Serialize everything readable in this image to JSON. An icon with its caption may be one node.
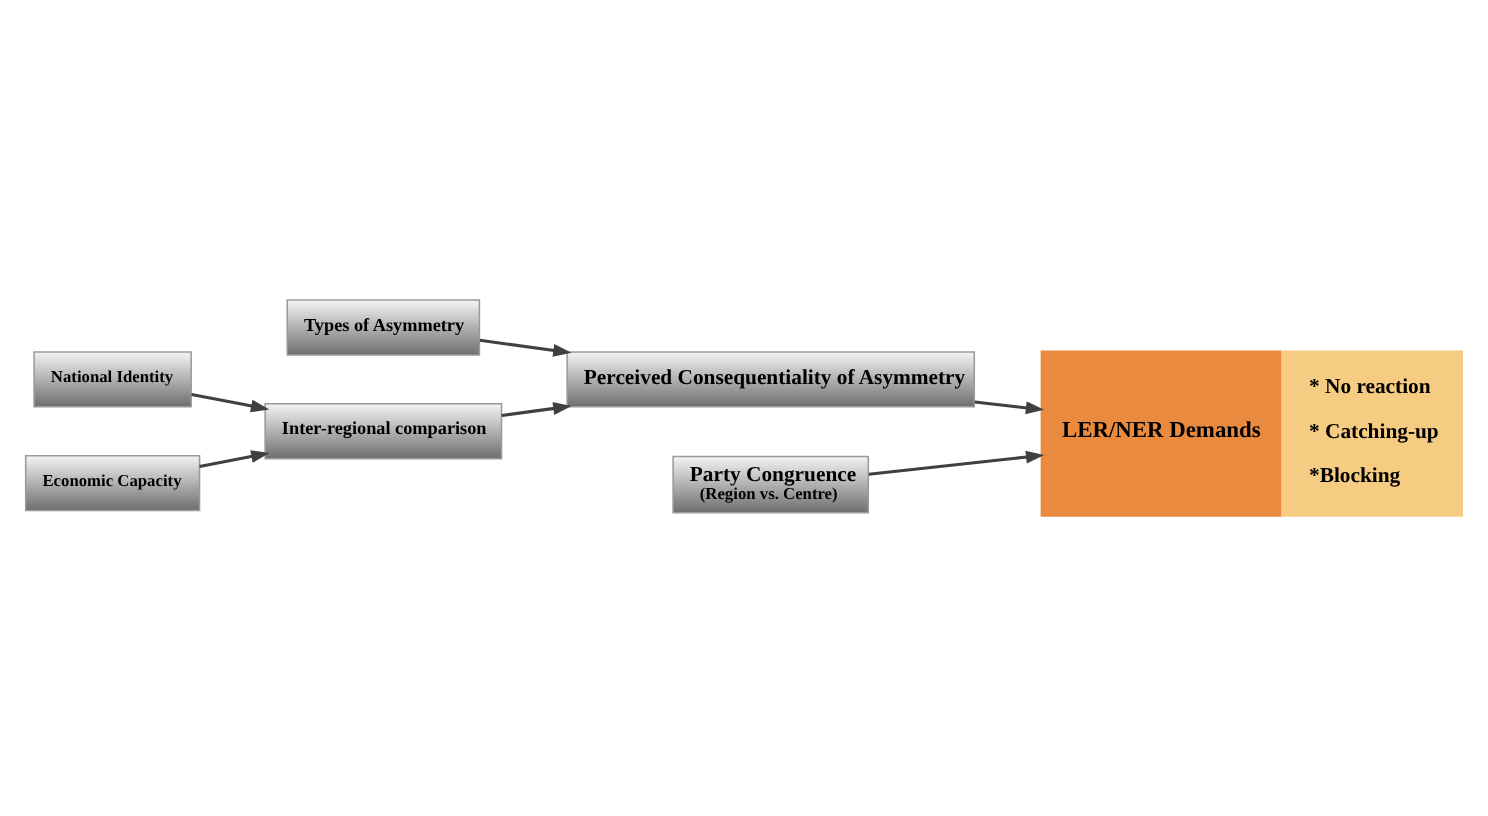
{
  "diagram": {
    "nodes": [
      {
        "text": [
          "Types of Asymmetry"
        ]
      },
      {
        "text": [
          "National Identity"
        ]
      },
      {
        "text": [
          "Inter-regional comparison"
        ]
      },
      {
        "text": [
          "Economic Capacity"
        ]
      },
      {
        "text": [
          "Perceived Consequentiality of Asymmetry"
        ]
      },
      {
        "text": [
          "LER/NER Demands",
          "* No reaction",
          "* Catching-up",
          "*Blocking"
        ]
      },
      {
        "text": [
          "Party Congruence",
          "(Region vs. Centre)"
        ]
      }
    ],
    "edges": [
      {
        "from": 1,
        "to": 2,
        "arrow": "to"
      },
      {
        "from": 3,
        "to": 2,
        "arrow": "to"
      },
      {
        "from": 0,
        "to": 4,
        "arrow": "to"
      },
      {
        "from": 2,
        "to": 4,
        "arrow": "to"
      },
      {
        "from": 4,
        "to": 5,
        "arrow": "to"
      },
      {
        "from": 6,
        "to": 5,
        "arrow": "to"
      }
    ]
  }
}
